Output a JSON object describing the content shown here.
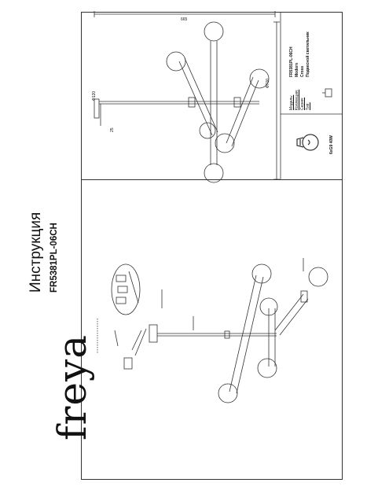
{
  "brand": {
    "logo": "freya"
  },
  "document": {
    "title": "Инструкция",
    "model": "FR5381PL-06CH"
  },
  "specs": [
    {
      "key": "Модель:",
      "value": "FR5381PL-06CH"
    },
    {
      "key": "Коллекция:",
      "value": "Modern"
    },
    {
      "key": "Серия:",
      "value": "Cross"
    },
    {
      "key": "Тип:",
      "value": "Подвесной светильник"
    }
  ],
  "bulb": {
    "icon": "lightbulb-icon",
    "spec": "6xG9 40W"
  },
  "dimensions": {
    "width": "665",
    "height": "Ф700",
    "canopy": "Ф120",
    "drop": "25"
  }
}
